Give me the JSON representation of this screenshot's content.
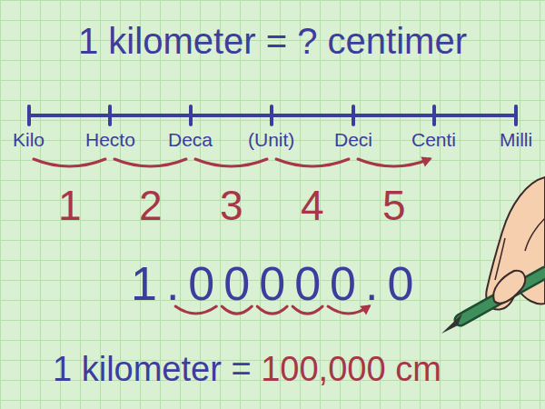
{
  "diagram": {
    "title": "1 kilometer = ? centimer",
    "labels": [
      "Kilo",
      "Hecto",
      "Deca",
      "(Unit)",
      "Deci",
      "Centi",
      "Milli",
      "1",
      "2",
      "3",
      "4",
      "5",
      "1.00000.0",
      "1 kilometer =",
      "100,000 cm"
    ]
  }
}
